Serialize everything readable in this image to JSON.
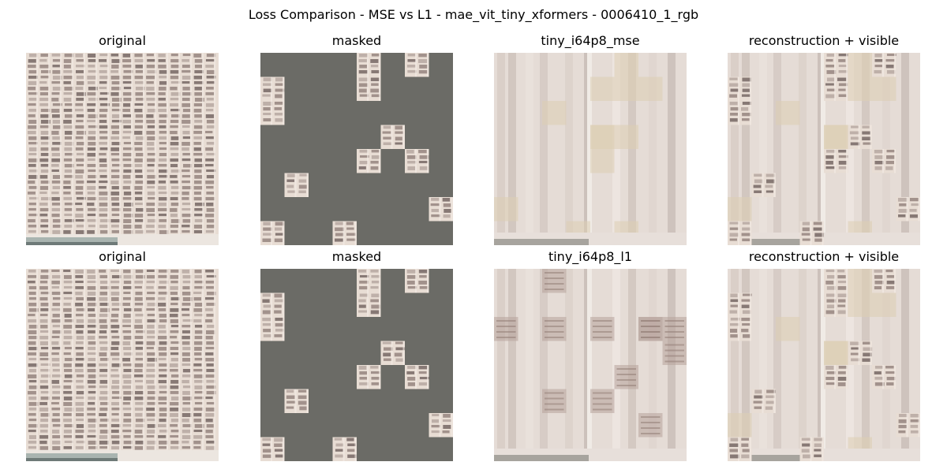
{
  "suptitle": "Loss Comparison - MSE vs L1 - mae_vit_tiny_xformers - 0006410_1_rgb",
  "rows": [
    {
      "panels": [
        {
          "title": "original",
          "kind": "original"
        },
        {
          "title": "masked",
          "kind": "masked"
        },
        {
          "title": "tiny_i64p8_mse",
          "kind": "recon_mse"
        },
        {
          "title": "reconstruction + visible",
          "kind": "recon_visible"
        }
      ]
    },
    {
      "panels": [
        {
          "title": "original",
          "kind": "original"
        },
        {
          "title": "masked",
          "kind": "masked"
        },
        {
          "title": "tiny_i64p8_l1",
          "kind": "recon_l1"
        },
        {
          "title": "reconstruction + visible",
          "kind": "recon_visible"
        }
      ]
    }
  ],
  "colors": {
    "mask_gray": "#6b6b66",
    "paper": "#e8ddd4",
    "ink": "#8e7f78"
  },
  "visible_patches": [
    [
      0,
      4
    ],
    [
      0,
      6
    ],
    [
      1,
      0
    ],
    [
      1,
      4
    ],
    [
      2,
      0
    ],
    [
      3,
      5
    ],
    [
      4,
      4
    ],
    [
      4,
      6
    ],
    [
      5,
      1
    ],
    [
      6,
      7
    ],
    [
      7,
      0
    ],
    [
      7,
      3
    ]
  ]
}
